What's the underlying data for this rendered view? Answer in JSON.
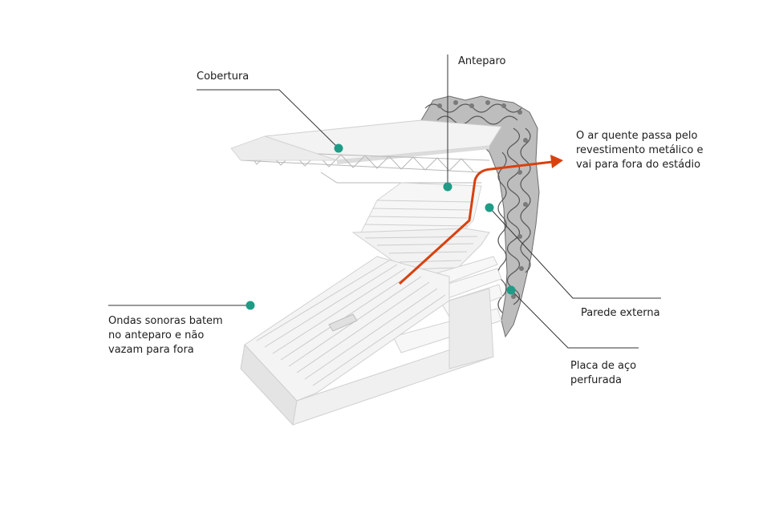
{
  "labels": {
    "cobertura": "Cobertura",
    "anteparo": "Anteparo",
    "ar_quente": "O ar quente passa pelo\nrevestimento metálico e\nvai para fora do estádio",
    "ondas": "Ondas sonoras batem\nno anteparo e não\nvazam para fora",
    "parede": "Parede externa",
    "placa": "Placa de aço\nperfurada"
  },
  "colors": {
    "marker": "#1e9c86",
    "airflow": "#d9410d",
    "leader": "#333333",
    "structure_light": "#f4f4f4",
    "structure_shadow": "#d8d8d8",
    "facade": "#9a9a9a"
  }
}
